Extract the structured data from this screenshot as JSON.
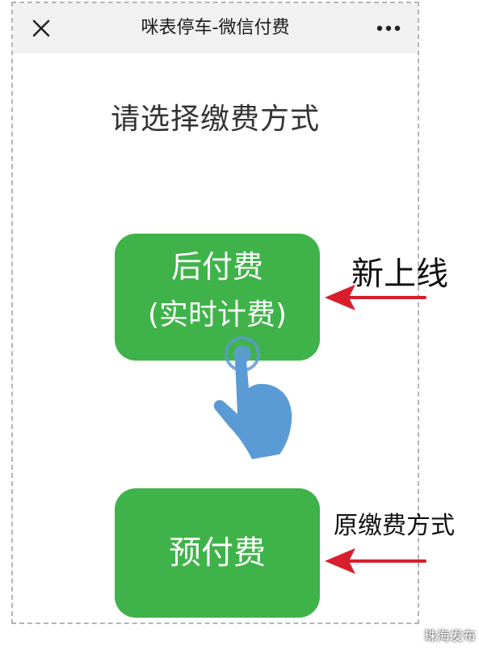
{
  "window": {
    "title": "咪表停车-微信付费"
  },
  "nav": {
    "close_icon": "close-icon",
    "more_icon": "more-dots-icon"
  },
  "page": {
    "heading": "请选择缴费方式"
  },
  "buttons": {
    "post_pay": {
      "line1": "后付费",
      "line2": "(实时计费)"
    },
    "pre_pay": {
      "label": "预付费"
    }
  },
  "annotations": {
    "new_label": "新上线",
    "old_label": "原缴费方式"
  },
  "watermark": {
    "text": "珠海发布",
    "logo_icon": "wechat-logo-icon"
  },
  "colors": {
    "button_green": "#3fb349",
    "arrow_red": "#d81e2c",
    "hand_blue": "#5b9bd5"
  }
}
